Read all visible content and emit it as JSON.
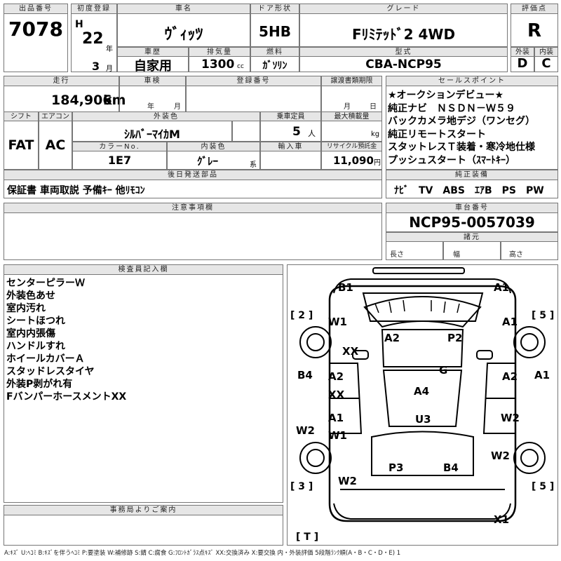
{
  "header": {
    "lot_label": "出品番号",
    "lot_value": "7078",
    "first_reg_label": "初度登録",
    "era": "H",
    "year": "22",
    "year_unit": "年",
    "month": "3",
    "month_unit": "月",
    "car_name_label": "車名",
    "car_name": "ｳﾞｨｯﾂ",
    "door_label": "ドア形状",
    "door": "5HB",
    "grade_label": "グレード",
    "grade": "Fﾘﾐﾃｯﾄﾞ2 4WD",
    "score_label": "評価点",
    "score": "R",
    "history_label": "車歴",
    "history": "自家用",
    "displacement_label": "排気量",
    "displacement": "1300",
    "displacement_unit": "cc",
    "fuel_label": "燃料",
    "fuel": "ｶﾞｿﾘﾝ",
    "model_label": "型式",
    "model": "CBA-NCP95",
    "exterior_label": "外装",
    "exterior": "D",
    "interior_label": "内装",
    "interior": "C"
  },
  "row2": {
    "mileage_label": "走行",
    "mileage": "184,906",
    "mileage_unit": "km",
    "inspection_label": "車検",
    "insp_year": "年",
    "insp_month": "月",
    "reg_no_label": "登録番号",
    "transfer_label": "譲渡書類期限",
    "transfer_month": "月",
    "transfer_day": "日",
    "shift_label": "シフト",
    "shift": "FAT",
    "ac_label": "エアコン",
    "ac": "AC",
    "color_label": "外装色",
    "color": "ｼﾙﾊﾞｰﾏｲｶM",
    "capacity_label": "乗車定員",
    "capacity": "5",
    "capacity_unit": "人",
    "load_label": "最大積載量",
    "load_unit": "kg",
    "color_no_label": "カラーNo.",
    "color_no": "1E7",
    "int_color_label": "内装色",
    "int_color": "ｸﾞﾚｰ",
    "int_color_suffix": "系",
    "import_label": "輸入車",
    "recycle_label": "リサイクル預託金",
    "recycle": "11,090",
    "recycle_unit": "円"
  },
  "sales": {
    "label": "セールスポイント",
    "items": [
      "★オークションデビュー★",
      "純正ナビ　ＮＳＤＮ－Ｗ５９",
      "バックカメラ地デジ（ワンセグ）",
      "純正リモートスタート",
      "スタットレスＴ装着・寒冷地仕様",
      "プッシュスタート（ｽﾏｰﾄｷｰ）"
    ]
  },
  "equipment": {
    "label": "純正装備",
    "value": "ﾅﾋﾞ　TV　ABS　ｴｱB　PS　PW"
  },
  "later_parts": {
    "label": "後日発送部品",
    "value": "保証書 車両取説 予備ｷｰ 他ﾘﾓｺﾝ"
  },
  "notes": {
    "label": "注意事項欄"
  },
  "chassis": {
    "label": "車台番号",
    "value": "NCP95-0057039",
    "dims_label": "諸元",
    "length": "長さ",
    "width": "幅",
    "height": "高さ"
  },
  "inspector": {
    "label": "検査員記入欄",
    "items": [
      "センターピラーＷ",
      "外装色あせ",
      "室内汚れ",
      "シートほつれ",
      "室内内張傷",
      "ハンドルすれ",
      "ホイールカバーＡ",
      "スタッドレスタイヤ",
      "外装P剥がれ有",
      "FバンパーホースメントXX"
    ]
  },
  "office": {
    "label": "事務局よりご案内"
  },
  "diagram": {
    "marks": [
      "B1",
      "A1",
      "W1",
      "A1",
      "XX",
      "A2",
      "P2",
      "G",
      "B4",
      "A2",
      "XX",
      "A1",
      "A2",
      "A4",
      "W2",
      "A1",
      "W1",
      "U3",
      "W2",
      "W2",
      "P3",
      "B4",
      "W2",
      "X1"
    ],
    "corners": [
      "[ 2 ]",
      "[ 5 ]",
      "[ 3 ]",
      "[ 5 ]",
      "[ T ]"
    ]
  },
  "legend": "A:ｷｽﾞ U:ﾍｺﾐ B:ｷｽﾞを伴うﾍｺﾐ P:要塗装 W:補修跡 S:錆 C:腐食 G:ﾌﾛﾝﾄｶﾞﾗｽ点ｷｽﾞ XX:交換済み X:要交換 内・外装評価 5段階ﾗﾝｸ順(A・B・C・D・E) 1"
}
